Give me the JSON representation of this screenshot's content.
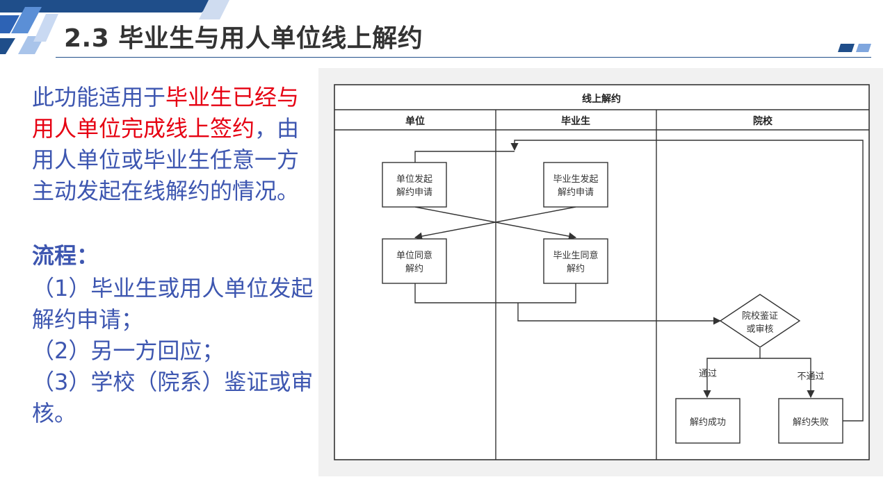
{
  "slide": {
    "title": "2.3 毕业生与用人单位线上解约"
  },
  "intro": {
    "part1": "此功能适用于",
    "highlight": "毕业生已经与用人单位完成线上签约",
    "part2": "，由用人单位或毕业生任意一方主动发起在线解约的情况。"
  },
  "process": {
    "title": "流程：",
    "steps": [
      "（1）毕业生或用人单位发起解约申请；",
      "（2）另一方回应；",
      "（3）学校（院系）鉴证或审核。"
    ]
  },
  "diagram": {
    "title": "线上解约",
    "lanes": [
      "单位",
      "毕业生",
      "院校"
    ],
    "nodes": {
      "unit_apply": [
        "单位发起",
        "解约申请"
      ],
      "grad_apply": [
        "毕业生发起",
        "解约申请"
      ],
      "unit_agree": [
        "单位同意",
        "解约"
      ],
      "grad_agree": [
        "毕业生同意",
        "解约"
      ],
      "school_review": [
        "院校鉴证",
        "或审核"
      ],
      "success": "解约成功",
      "fail": "解约失败"
    },
    "edge_labels": {
      "pass": "通过",
      "reject": "不通过"
    }
  },
  "colors": {
    "accent_blue": "#3d56b0",
    "highlight_red": "#e60012",
    "title_text": "#333333",
    "brand_dark_blue": "#1f4e8a"
  }
}
